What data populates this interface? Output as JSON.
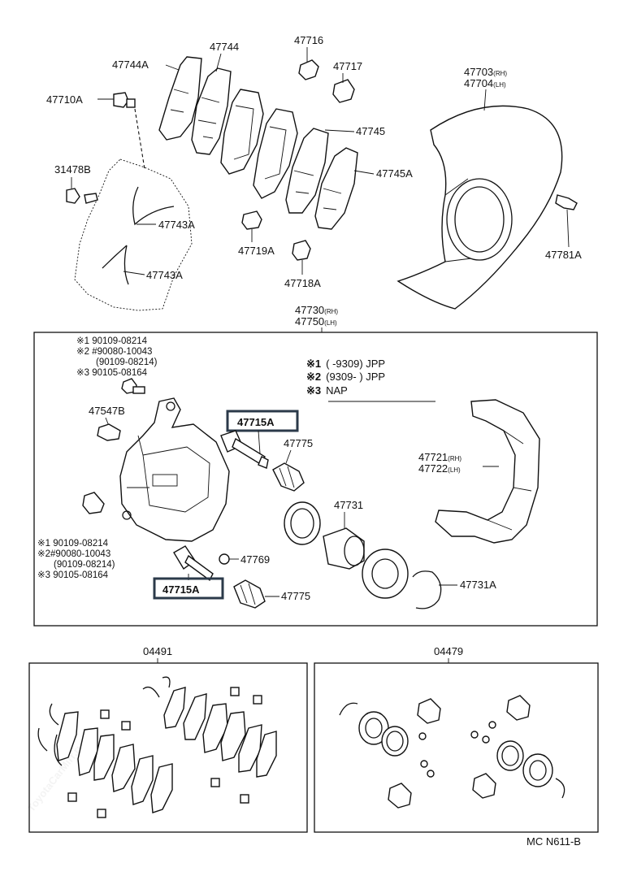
{
  "watermark": "ToyotaCarMirr.ru",
  "parts": {
    "p47744A": "47744A",
    "p47744": "47744",
    "p47716": "47716",
    "p47717": "47717",
    "p47710A": "47710A",
    "p47703": "47703",
    "p47703_suffix": "(RH)",
    "p47704": "47704",
    "p47704_suffix": "(LH)",
    "p47745": "47745",
    "p47745A": "47745A",
    "p31478B": "31478B",
    "p47743A_1": "47743A",
    "p47743A_2": "47743A",
    "p47719A": "47719A",
    "p47718A": "47718A",
    "p47781A": "47781A",
    "p47730": "47730",
    "p47730_suffix": "(RH)",
    "p47750": "47750",
    "p47750_suffix": "(LH)",
    "p47547B": "47547B",
    "p47715A_top": "47715A",
    "p47715A_bottom": "47715A",
    "p47775_top": "47775",
    "p47775_bottom": "47775",
    "p47721": "47721",
    "p47721_suffix": "(RH)",
    "p47722": "47722",
    "p47722_suffix": "(LH)",
    "p47731": "47731",
    "p47731A": "47731A",
    "p47769": "47769",
    "p04491": "04491",
    "p04479": "04479"
  },
  "notes_top": [
    "※1  90109-08214",
    "※2 #90080-10043",
    "(90109-08214)",
    "※3  90105-08164"
  ],
  "notes_bottom": [
    "※1  90109-08214",
    "※2#90080-10043",
    "(90109-08214)",
    "※3  90105-08164"
  ],
  "legend": [
    {
      "mark": "※1",
      "text": "(        -9309) JPP"
    },
    {
      "mark": "※2",
      "text": "(9309-        ) JPP"
    },
    {
      "mark": "※3",
      "text": "NAP"
    }
  ],
  "footer_code": "MC  N611-B"
}
